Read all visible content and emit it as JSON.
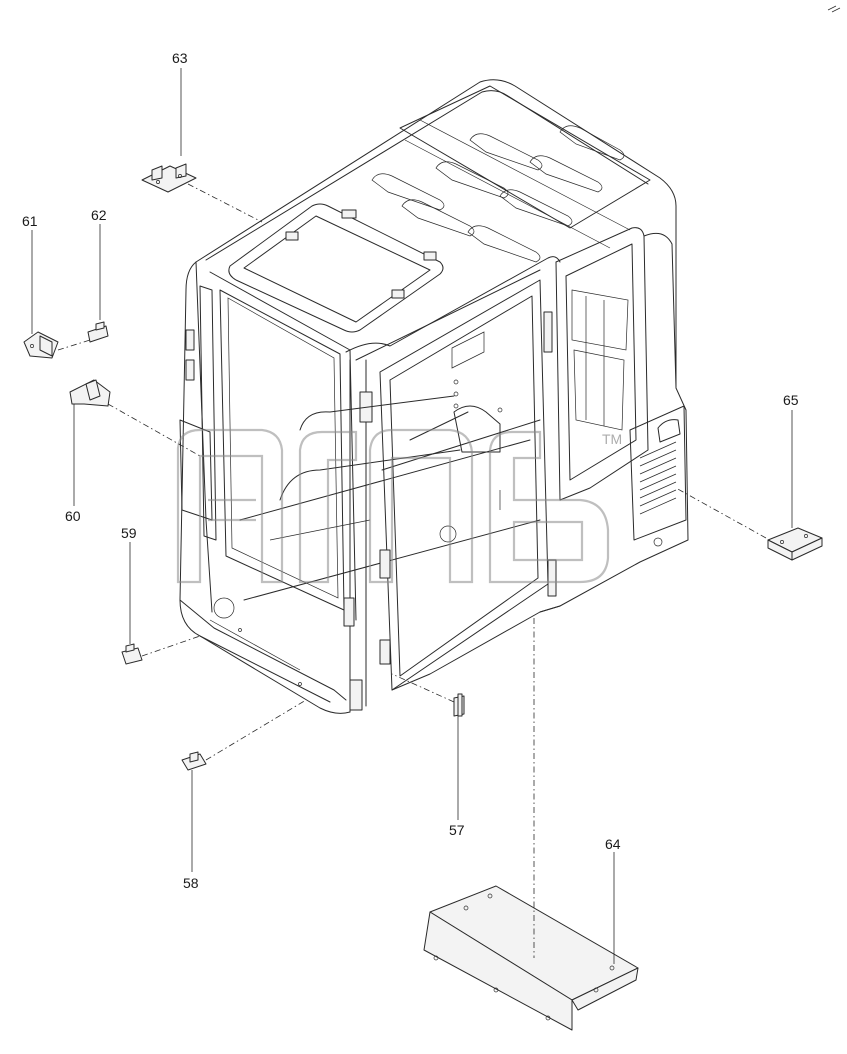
{
  "diagram": {
    "callouts": [
      {
        "id": "c63",
        "label": "63"
      },
      {
        "id": "c61",
        "label": "61"
      },
      {
        "id": "c62",
        "label": "62"
      },
      {
        "id": "c60",
        "label": "60"
      },
      {
        "id": "c59",
        "label": "59"
      },
      {
        "id": "c58",
        "label": "58"
      },
      {
        "id": "c57",
        "label": "57"
      },
      {
        "id": "c64",
        "label": "64"
      },
      {
        "id": "c65",
        "label": "65"
      }
    ],
    "watermark": {
      "text": "TM"
    }
  }
}
